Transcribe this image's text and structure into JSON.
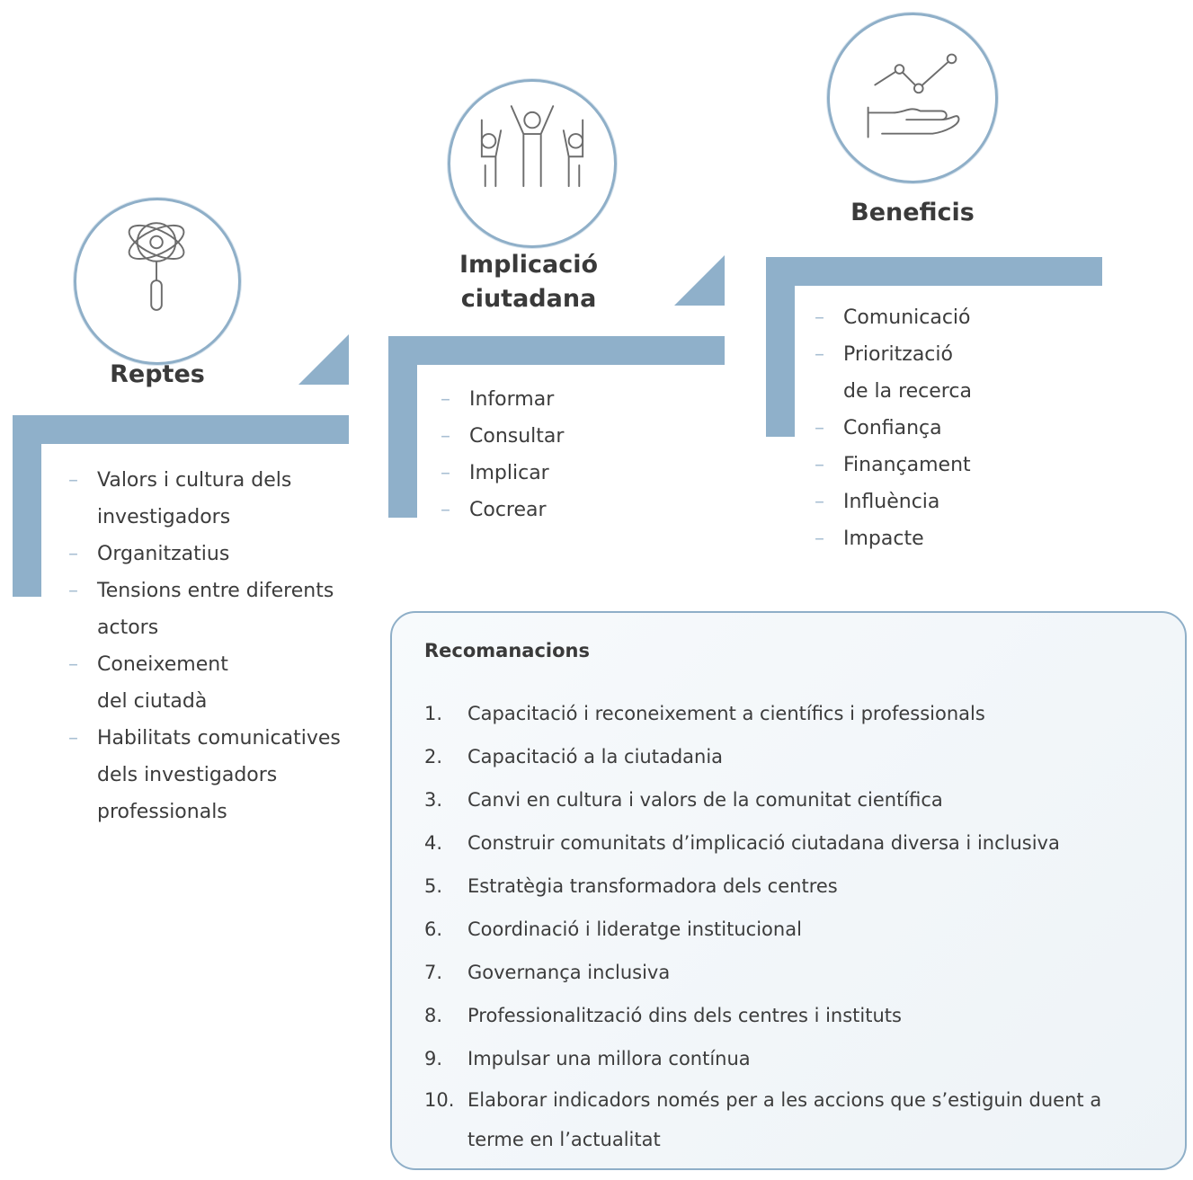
{
  "colors": {
    "accent": "#8fb0ca",
    "circle_border": "#8fafc8",
    "text": "#3c3c3c",
    "dash": "#a8bfd3",
    "box_bg": "#f1f5f9"
  },
  "stages": {
    "reptes": {
      "icon": "magnifier-atom-icon",
      "title": "Reptes",
      "items": [
        "Valors i cultura dels\ninvestigadors",
        "Organitzatius",
        "Tensions entre diferents\nactors",
        "Coneixement\ndel ciutadà",
        "Habilitats comunicatives\ndels investigadors\nprofessionals"
      ]
    },
    "implicacio": {
      "icon": "people-raising-hands-icon",
      "title": "Implicació\nciutadana",
      "items": [
        "Informar",
        "Consultar",
        "Implicar",
        "Cocrear"
      ]
    },
    "beneficis": {
      "icon": "hand-growth-chart-icon",
      "title": "Beneficis",
      "items": [
        "Comunicació",
        "Priorització\nde la recerca",
        "Confiança",
        "Finançament",
        "Influència",
        "Impacte"
      ]
    }
  },
  "dash_char": "–",
  "recomanacions": {
    "title": "Recomanacions",
    "items": [
      {
        "num": "1.",
        "text": "Capacitació i reconeixement a científics i professionals"
      },
      {
        "num": "2.",
        "text": "Capacitació a la ciutadania"
      },
      {
        "num": "3.",
        "text": "Canvi en cultura i valors de la comunitat científica"
      },
      {
        "num": "4.",
        "text": "Construir comunitats d’implicació ciutadana diversa i inclusiva"
      },
      {
        "num": "5.",
        "text": "Estratègia transformadora dels centres"
      },
      {
        "num": "6.",
        "text": "Coordinació i lideratge institucional"
      },
      {
        "num": "7.",
        "text": "Governança inclusiva"
      },
      {
        "num": "8.",
        "text": "Professionalització dins dels centres i instituts"
      },
      {
        "num": "9.",
        "text": "Impulsar una millora contínua"
      },
      {
        "num": "10.",
        "text": "Elaborar indicadors només per a les accions que s’estiguin duent a terme en l’actualitat"
      }
    ]
  }
}
